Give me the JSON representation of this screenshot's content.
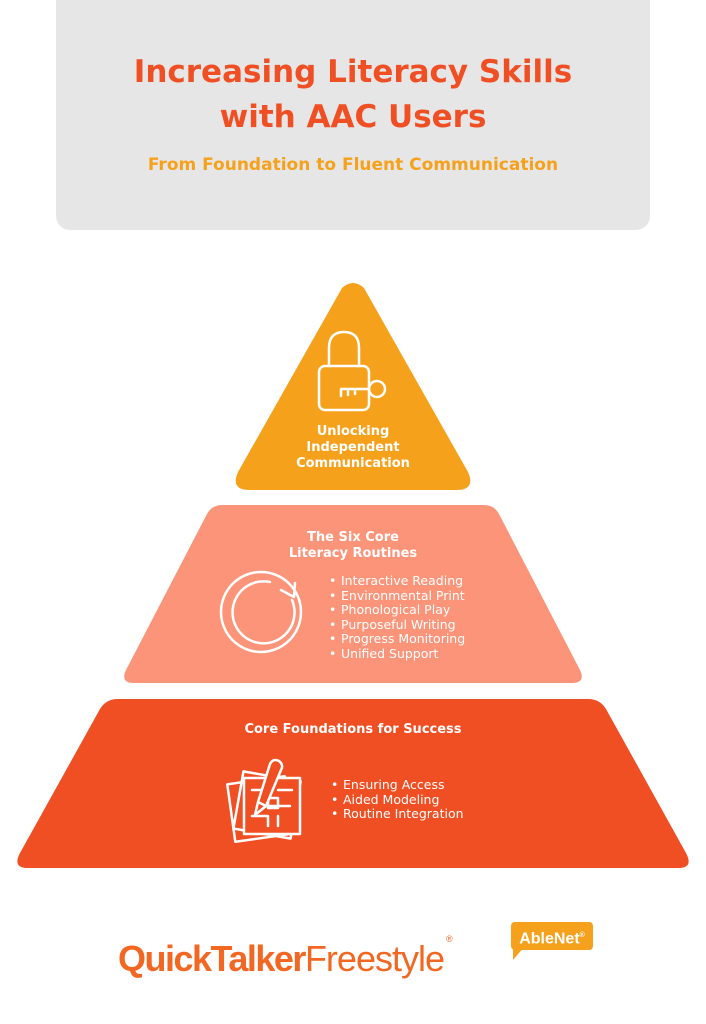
{
  "header": {
    "title_line1": "Increasing Literacy Skills",
    "title_line2": "with AAC Users",
    "subtitle": "From Foundation to Fluent Communication"
  },
  "pyramid": {
    "top": {
      "title_lines": [
        "Unlocking",
        "Independent",
        "Communication"
      ],
      "icon": "padlock-key-icon",
      "color": "#f6a11b"
    },
    "middle": {
      "title_lines": [
        "The Six Core",
        "Literacy Routines"
      ],
      "icon": "circular-arrow-icon",
      "color": "#fc9479",
      "items": [
        "Interactive Reading",
        "Environmental Print",
        "Phonological Play",
        "Purposeful Writing",
        "Progress Monitoring",
        "Unified Support"
      ]
    },
    "bottom": {
      "title_lines": [
        "Core Foundations for Success"
      ],
      "icon": "pencil-documents-icon",
      "color": "#f04e23",
      "items": [
        "Ensuring Access",
        "Aided Modeling",
        "Routine Integration"
      ]
    }
  },
  "logo": {
    "brand_bold": "QuickTalker",
    "brand_light": "Freestyle",
    "registered": "®",
    "badge": "AbleNet",
    "badge_registered": "®"
  }
}
